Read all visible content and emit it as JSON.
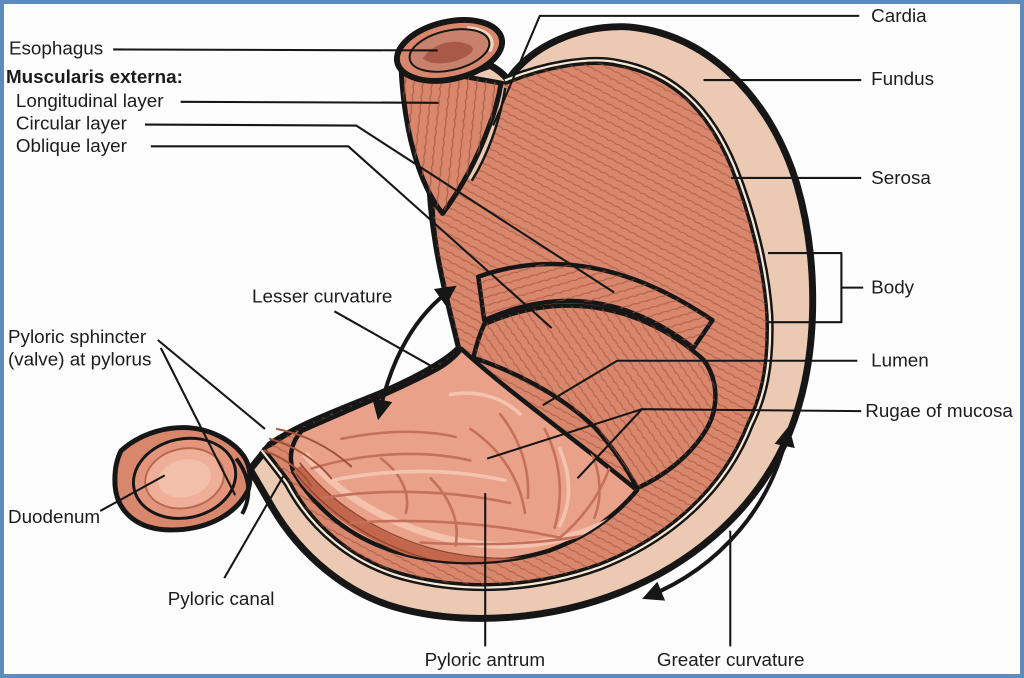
{
  "figure": {
    "title": "Stomach anatomy cross-section diagram",
    "labels": {
      "esophagus": "Esophagus",
      "muscularis_externa": "Muscularis externa:",
      "longitudinal_layer": "Longitudinal layer",
      "circular_layer": "Circular layer",
      "oblique_layer": "Oblique layer",
      "lesser_curvature": "Lesser curvature",
      "pyloric_sphincter_line1": "Pyloric sphincter",
      "pyloric_sphincter_line2": "(valve) at pylorus",
      "duodenum": "Duodenum",
      "pyloric_canal": "Pyloric canal",
      "pyloric_antrum": "Pyloric antrum",
      "greater_curvature": "Greater curvature",
      "cardia": "Cardia",
      "fundus": "Fundus",
      "serosa": "Serosa",
      "body": "Body",
      "lumen": "Lumen",
      "rugae_of_mucosa": "Rugae of mucosa"
    },
    "colors": {
      "frame_border": "#5e8bbd",
      "background": "#fdfdfd",
      "serosa_tan": "#ecc9b2",
      "cream_line": "#f7e9d6",
      "muscle_salmon": "#d8876d",
      "muscle_fiber": "#a0523a",
      "mucosa_pink": "#e9a189",
      "mucosa_fold": "#c5705a",
      "mucosa_highlight": "#f4c3ae",
      "outline": "#161616"
    }
  }
}
